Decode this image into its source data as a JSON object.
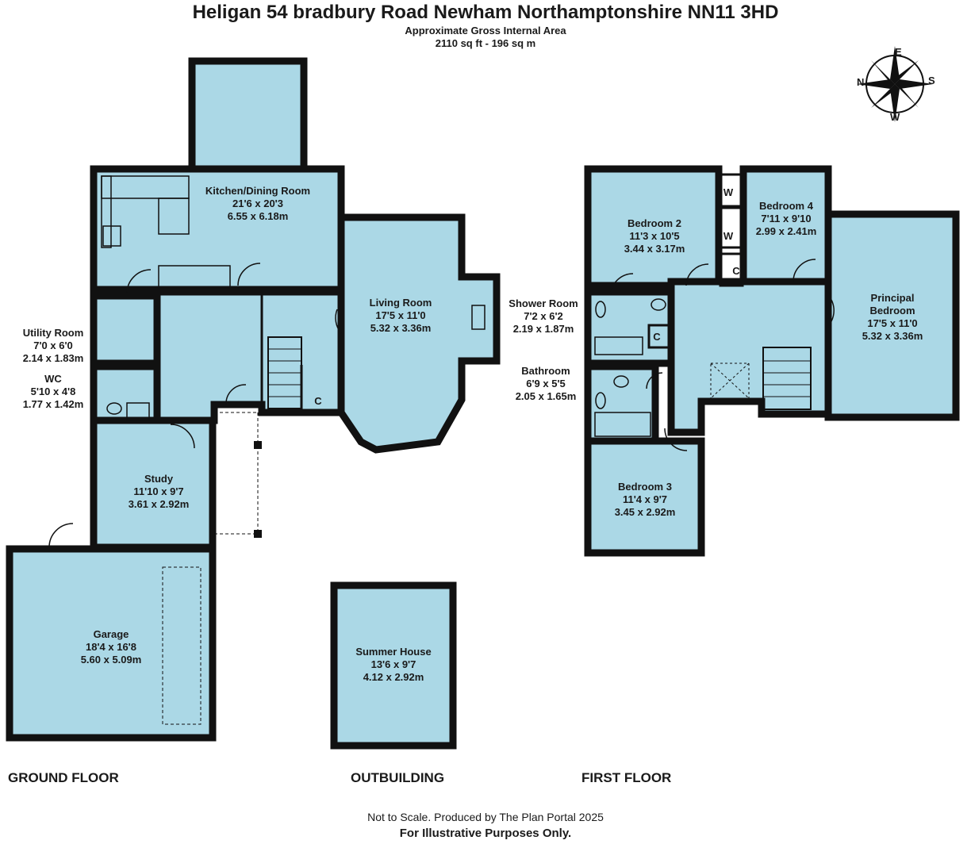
{
  "header": {
    "title": "Heligan 54 bradbury Road Newham Northamptonshire NN11 3HD",
    "area_label": "Approximate Gross Internal Area",
    "area_value": "2110 sq ft - 196 sq m"
  },
  "compass": {
    "n": "N",
    "e": "E",
    "s": "S",
    "w": "W"
  },
  "colors": {
    "room_fill": "#abd8e6",
    "wall": "#111111",
    "text": "#1a1a1a"
  },
  "floors": {
    "ground": "GROUND FLOOR",
    "outbuilding": "OUTBUILDING",
    "first": "FIRST FLOOR"
  },
  "rooms": {
    "kitchen": {
      "name": "Kitchen/Dining Room",
      "imperial": "21'6 x 20'3",
      "metric": "6.55 x 6.18m"
    },
    "living": {
      "name": "Living Room",
      "imperial": "17'5 x 11'0",
      "metric": "5.32 x 3.36m"
    },
    "utility": {
      "name": "Utility Room",
      "imperial": "7'0 x 6'0",
      "metric": "2.14 x 1.83m"
    },
    "wc": {
      "name": "WC",
      "imperial": "5'10 x 4'8",
      "metric": "1.77 x 1.42m"
    },
    "study": {
      "name": "Study",
      "imperial": "11'10 x 9'7",
      "metric": "3.61 x 2.92m"
    },
    "garage": {
      "name": "Garage",
      "imperial": "18'4 x 16'8",
      "metric": "5.60 x 5.09m"
    },
    "summer": {
      "name": "Summer House",
      "imperial": "13'6 x 9'7",
      "metric": "4.12 x 2.92m"
    },
    "bed2": {
      "name": "Bedroom 2",
      "imperial": "11'3 x 10'5",
      "metric": "3.44 x 3.17m"
    },
    "bed4": {
      "name": "Bedroom 4",
      "imperial": "7'11 x 9'10",
      "metric": "2.99 x 2.41m"
    },
    "principal": {
      "name1": "Principal",
      "name2": "Bedroom",
      "imperial": "17'5 x 11'0",
      "metric": "5.32 x 3.36m"
    },
    "shower": {
      "name": "Shower Room",
      "imperial": "7'2 x 6'2",
      "metric": "2.19 x 1.87m"
    },
    "bathroom": {
      "name": "Bathroom",
      "imperial": "6'9 x 5'5",
      "metric": "2.05 x 1.65m"
    },
    "bed3": {
      "name": "Bedroom 3",
      "imperial": "11'4 x 9'7",
      "metric": "3.45 x 2.92m"
    }
  },
  "markers": {
    "cupboard": "C",
    "wardrobe": "W"
  },
  "footer": {
    "line1": "Not to Scale. Produced by The Plan Portal 2025",
    "line2": "For Illustrative Purposes Only."
  }
}
